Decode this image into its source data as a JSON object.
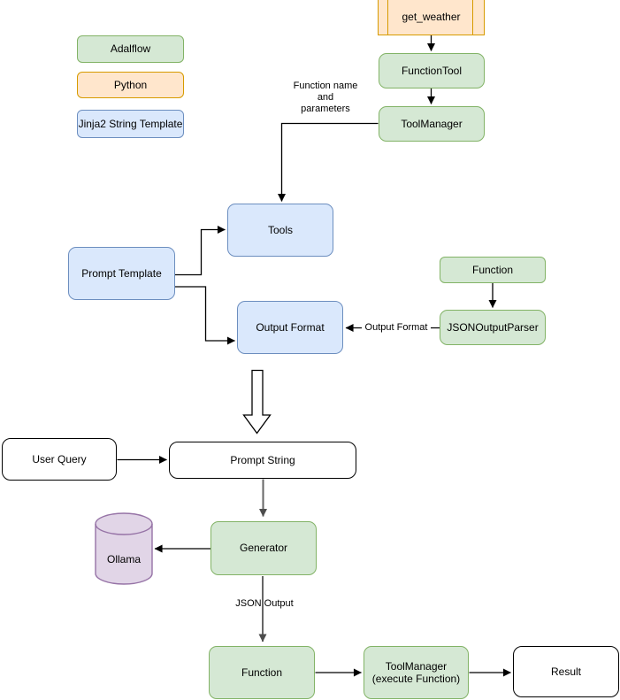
{
  "palette": {
    "adalflow_green_fill": "#d5e8d4",
    "adalflow_green_stroke": "#82b366",
    "python_orange_fill": "#ffe6cc",
    "python_orange_stroke": "#d79b00",
    "jinja_blue_fill": "#dae8fc",
    "jinja_blue_stroke": "#6c8ebf",
    "purple_fill": "#e1d5e7",
    "purple_stroke": "#9673a6",
    "plain_fill": "#ffffff",
    "black_edge": "#000000",
    "gray_edge": "#666666"
  },
  "legend": {
    "items": [
      {
        "label": "Adalflow",
        "color": "#d5e8d4"
      },
      {
        "label": "Python",
        "color": "#ffe6cc"
      },
      {
        "label": "Jinja2 String Template",
        "color": "#dae8fc"
      }
    ]
  },
  "nodes": {
    "get_weather": {
      "label": "get_weather",
      "color": "#ffe6cc"
    },
    "function_tool": {
      "label": "FunctionTool",
      "color": "#d5e8d4"
    },
    "tool_manager": {
      "label": "ToolManager",
      "color": "#d5e8d4"
    },
    "tools": {
      "label": "Tools",
      "color": "#dae8fc"
    },
    "prompt_template": {
      "label": "Prompt Template",
      "color": "#dae8fc"
    },
    "output_format": {
      "label": "Output Format",
      "color": "#dae8fc"
    },
    "function_top": {
      "label": "Function",
      "color": "#d5e8d4"
    },
    "json_output_parser": {
      "label": "JSONOutputParser",
      "color": "#d5e8d4"
    },
    "user_query": {
      "label": "User Query",
      "color": "#ffffff"
    },
    "prompt_string": {
      "label": "Prompt String",
      "color": "#ffffff"
    },
    "ollama": {
      "label": "Ollama",
      "color": "#e1d5e7"
    },
    "generator": {
      "label": "Generator",
      "color": "#d5e8d4"
    },
    "function_bottom": {
      "label": "Function",
      "color": "#d5e8d4"
    },
    "tool_manager_execute": {
      "label": "ToolManager\n(execute Function)",
      "color": "#d5e8d4"
    },
    "result": {
      "label": "Result",
      "color": "#ffffff"
    }
  },
  "edge_labels": {
    "function_name_params": "Function name\nand\nparameters",
    "output_format": "Output Format",
    "json_output": "JSON Output"
  }
}
